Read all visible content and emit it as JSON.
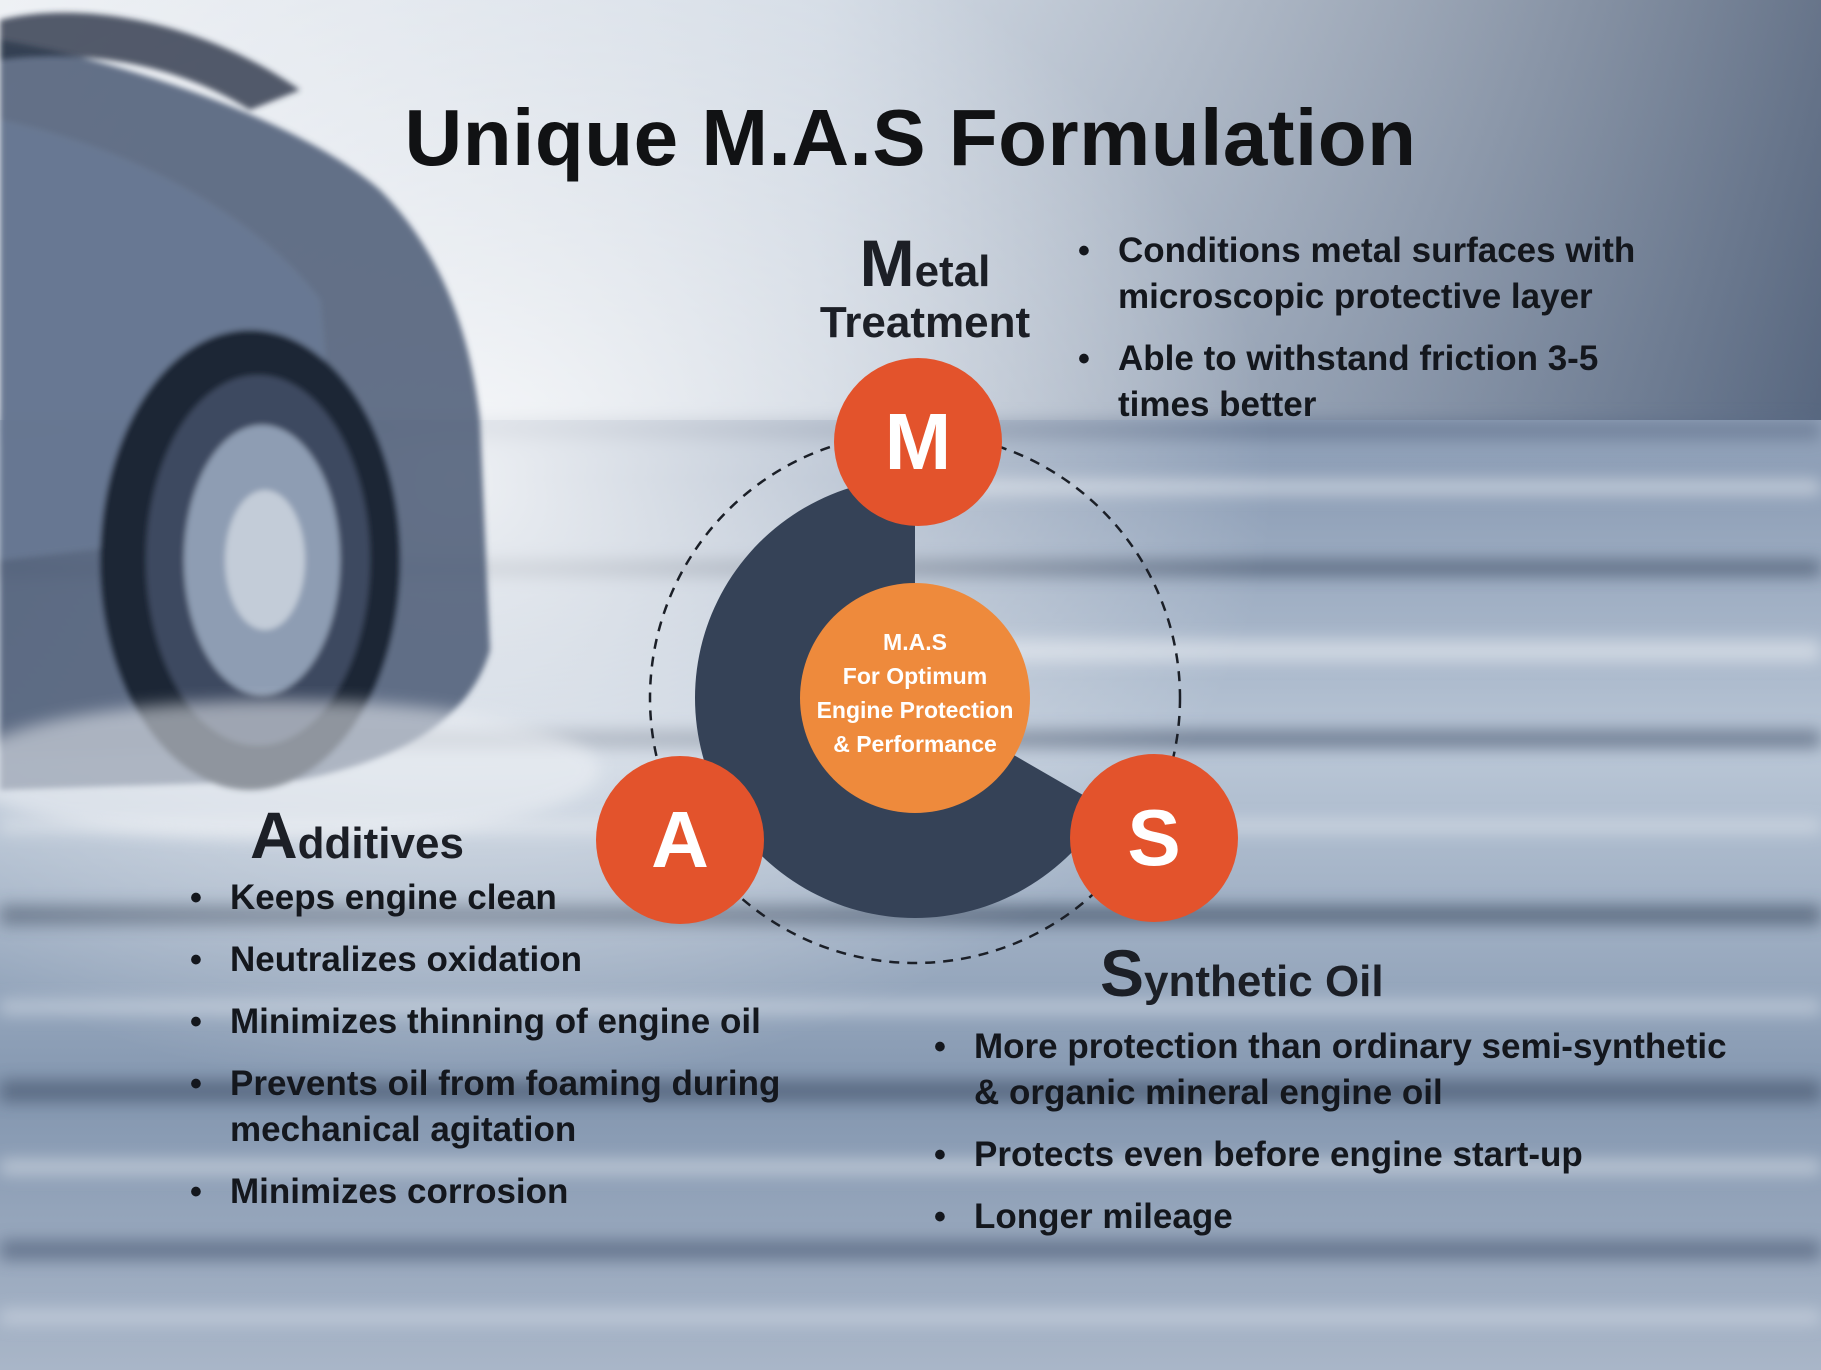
{
  "title": "Unique M.A.S Formulation",
  "colors": {
    "accent_orange": "#e3532c",
    "center_orange": "#ee8a3c",
    "ring_navy": "#354257",
    "text_dark": "#14171d"
  },
  "center": {
    "lines": [
      "M.A.S",
      "For Optimum",
      "Engine Protection",
      "& Performance"
    ]
  },
  "metal": {
    "letter": "M",
    "heading_cap": "M",
    "heading_rest": "etal",
    "heading_line2": "Treatment",
    "bullets": [
      "Conditions metal surfaces with microscopic protective layer",
      "Able to withstand friction 3-5 times better"
    ]
  },
  "additives": {
    "letter": "A",
    "heading_cap": "A",
    "heading_rest": "dditives",
    "bullets": [
      "Keeps engine clean",
      "Neutralizes oxidation",
      "Minimizes thinning of engine oil",
      "Prevents oil from foaming during mechanical agitation",
      "Minimizes corrosion"
    ]
  },
  "synthetic": {
    "letter": "S",
    "heading_cap": "S",
    "heading_rest": "ynthetic Oil",
    "bullets": [
      "More protection than ordinary semi-synthetic & organic mineral engine oil",
      "Protects even before engine start-up",
      "Longer mileage"
    ]
  }
}
